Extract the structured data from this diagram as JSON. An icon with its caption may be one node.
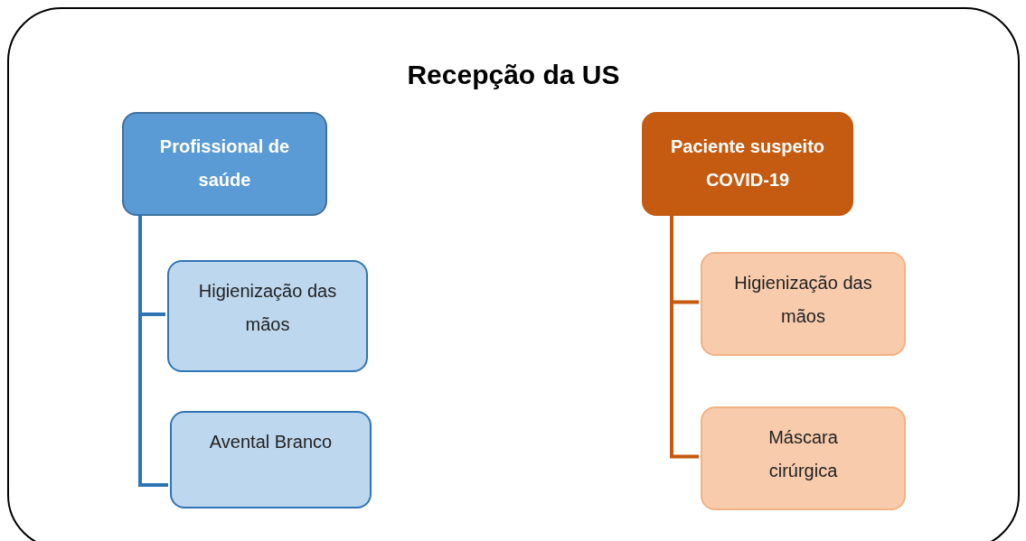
{
  "diagram": {
    "nodes": [
      {
        "text": [
          "Recepção da US"
        ]
      },
      {
        "text": [
          "Profissional de saúde"
        ],
        "in": 0
      },
      {
        "text": [
          "Higienização das mãos"
        ],
        "in": 0
      },
      {
        "text": [
          "Avental Branco"
        ],
        "in": 0
      },
      {
        "text": [
          "Paciente suspeito COVID-19"
        ],
        "in": 0
      },
      {
        "text": [
          "Higienização das mãos"
        ],
        "in": 0
      },
      {
        "text": [
          "Máscara cirúrgica"
        ],
        "in": 0
      }
    ],
    "edges": [
      {
        "from": 1,
        "to": 2,
        "arrow": "none",
        "color": "#2e75b6"
      },
      {
        "from": 1,
        "to": 3,
        "arrow": "none",
        "color": "#2e75b6"
      },
      {
        "from": 4,
        "to": 5,
        "arrow": "none",
        "color": "#c55a11"
      },
      {
        "from": 4,
        "to": 6,
        "arrow": "none",
        "color": "#c55a11"
      }
    ]
  }
}
